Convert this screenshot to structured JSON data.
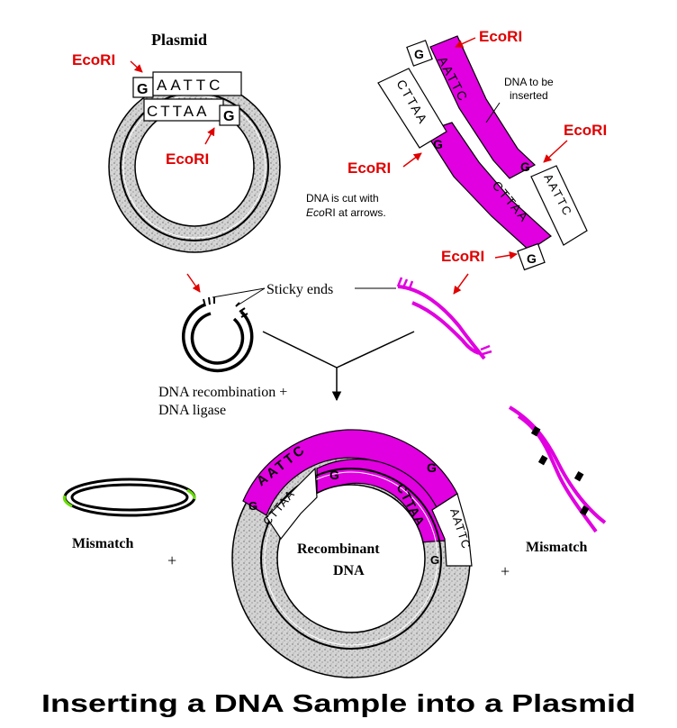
{
  "labels": {
    "plasmid_title": "Plasmid",
    "ecori": "EcoRI",
    "dna_insert_line1": "DNA to be",
    "dna_insert_line2": "inserted",
    "cut_note_line1": "DNA is cut with",
    "cut_note_line2_em": "Eco",
    "cut_note_line2_rest": "RI at arrows.",
    "sticky_ends": "Sticky ends",
    "recombination_line1": "DNA recombination +",
    "recombination_line2": "DNA ligase",
    "mismatch": "Mismatch",
    "plus": "+",
    "recombinant_line1": "Recombinant",
    "recombinant_line2": "DNA",
    "footer_title": "Inserting a DNA Sample into a Plasmid"
  },
  "bases": {
    "g": "G",
    "a": "A",
    "t": "T",
    "c": "C",
    "aattc": "AATTC",
    "cttaa": "CTTAA"
  },
  "colors": {
    "insert": "#e000e0",
    "ecori_red": "#e00000",
    "mismatch_green": "#66dd00",
    "stipple": "#d8d8d8"
  }
}
